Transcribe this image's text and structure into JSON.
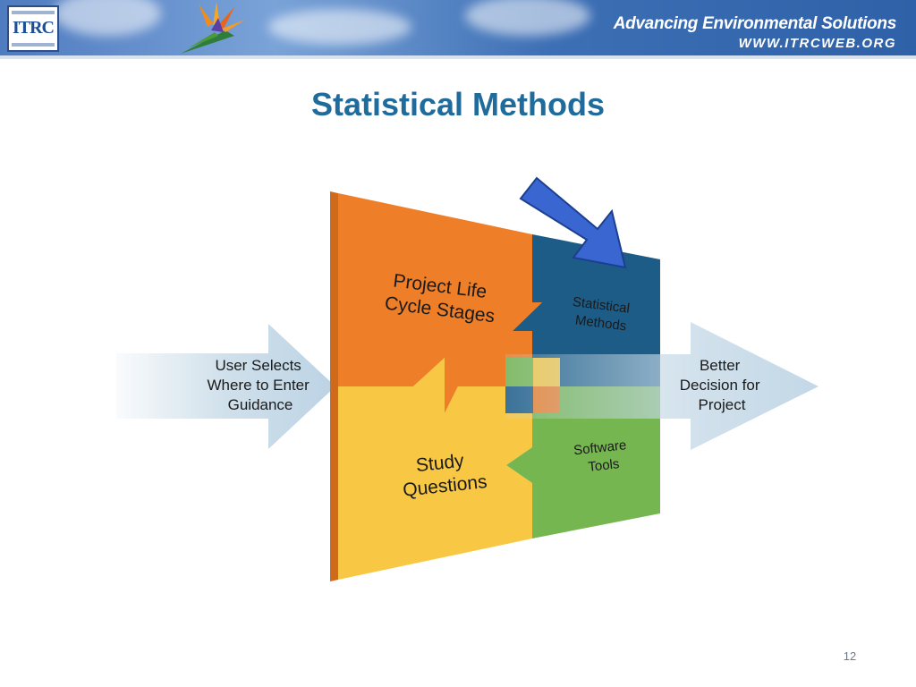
{
  "header": {
    "logo_text": "ITRC",
    "tagline": "Advancing Environmental Solutions",
    "url": "WWW.ITRCWEB.ORG"
  },
  "slide": {
    "title": "Statistical Methods",
    "page_number": "12"
  },
  "diagram": {
    "left_arrow": [
      "User Selects",
      "Where to Enter",
      "Guidance"
    ],
    "right_arrow": [
      "Better",
      "Decision for",
      "Project"
    ],
    "pieces": {
      "project_life_cycle": [
        "Project Life",
        "Cycle Stages"
      ],
      "statistical_methods": [
        "Statistical",
        "Methods"
      ],
      "study_questions": [
        "Study",
        "Questions"
      ],
      "software_tools": [
        "Software",
        "Tools"
      ]
    },
    "colors": {
      "orange": "#ee7e27",
      "navy": "#1d5c87",
      "yellow": "#f8c844",
      "green": "#76b650",
      "pointer_arrow": "#3a66d1",
      "flow_arrow": "#c4d8e6"
    }
  }
}
